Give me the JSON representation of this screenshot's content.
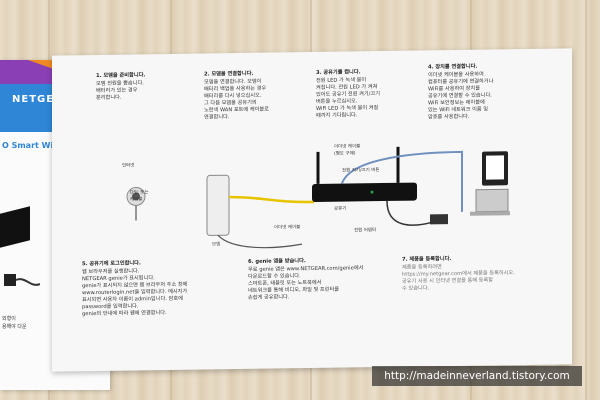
{
  "brand": {
    "logo": "NETGEAR",
    "tagline": "O Smart WiFi 공유기"
  },
  "left_notes": [
    "외형이",
    "용해야 다운"
  ],
  "steps": [
    {
      "title": "1. 모뎀을 준비합니다.",
      "body": "모뎀 전원을 뽑습니다.\n배터리가 있는 경우\n분리합니다."
    },
    {
      "title": "2. 모뎀을 연결합니다.",
      "body": "모뎀을 연결합니다. 모뎀이\n배터리 백업을 사용하는 경우\n배터리를 다시 넣으십시오.\n그 다음 모뎀을 공유기의\n노란색 WAN 포트에 케이블로\n연결합니다."
    },
    {
      "title": "3. 공유기를 켭니다.",
      "body": "전원 LED 가 녹색 불이\n켜집니다. 전원 LED 가 켜져\n있어도 공유기 전원 켜기/끄기\n버튼을 누르십시오.\nWiFi LED 가 녹색 불이 켜질\n때까지 기다립니다."
    },
    {
      "title": "4. 장치를 연결합니다.",
      "body": "이더넷 케이블을 사용하여\n컴퓨터를 공유기에 연결하거나\nWiFi를 사용하여 장치를\n공유기에 연결할 수 있습니다.\nWiFi 보안정보는 레이블에\n있는 WiFi 네트워크 이름 및\n암호를 사용합니다."
    },
    {
      "title": "5. 공유기에 로그인합니다.",
      "body": "웹 브라우저를 실행합니다.\nNETGEAR genie가 표시됩니다.\ngenie가 표시되지 않으면 웹 브라우저 주소 창에\nwww.routerlogin.net을 입력합니다. 메시지가\n표시되면 사용자 이름이 admin입니다. 암호에\npassword를 입력합니다.\ngenie의 안내에 따라 웹에 연결합니다."
    },
    {
      "title": "6. genie 앱을 받습니다.",
      "body": "무료 genie 앱은 www.NETGEAR.com/genie에서\n다운로드할 수 있습니다.\n스마트폰, 태블릿 또는 노트북에서\n네트워크를 통해 비디오, 파일 및 프린터를\n손쉽게 공유합니다."
    },
    {
      "title": "7. 제품을 등록합니다.",
      "body": "제품을 등록하려면\nhttps://my.netgear.com에서 제품을 등록하시오.\n공유기 사용 시 인터넷 연결을 통해 등록할\n수 있습니다."
    }
  ],
  "diagram_labels": {
    "telephone": "인터넷",
    "dsl_or_cable": "DSL 또는\n케이블",
    "modem": "모뎀",
    "ethernet_cable_top": "이더넷 케이블\n(별도 구매)",
    "power_switch": "전원 켜기/끄기 버튼",
    "router": "공유기",
    "ethernet_cable_yellow": "이더넷 케이블",
    "power_adapter": "전원 어댑터"
  },
  "watermark": "http://madeinneverland.tistory.com"
}
